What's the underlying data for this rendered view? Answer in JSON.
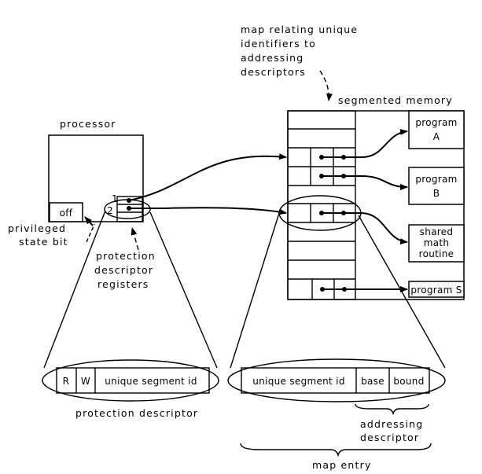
{
  "diagram": {
    "annotation_map": [
      "map relating unique",
      "identifiers to",
      "addressing",
      "descriptors"
    ],
    "segmented_memory_label": "segmented memory",
    "processor_label": "processor",
    "off_label": "off",
    "register_numbers": [
      "1",
      "2"
    ],
    "privileged_label": [
      "privileged",
      "state bit"
    ],
    "protection_registers_label": [
      "protection",
      "descriptor",
      "registers"
    ],
    "programs": [
      {
        "lines": [
          "program",
          "A"
        ]
      },
      {
        "lines": [
          "program",
          "B"
        ]
      },
      {
        "lines": [
          "shared",
          "math",
          "routine"
        ]
      },
      {
        "lines": [
          "program S"
        ]
      }
    ],
    "protection_descriptor": {
      "fields": [
        "R",
        "W",
        "unique segment id"
      ],
      "caption": "protection descriptor"
    },
    "map_entry": {
      "fields": [
        "unique segment id",
        "base",
        "bound"
      ],
      "addressing_caption": [
        "addressing",
        "descriptor"
      ],
      "caption": "map entry"
    }
  }
}
